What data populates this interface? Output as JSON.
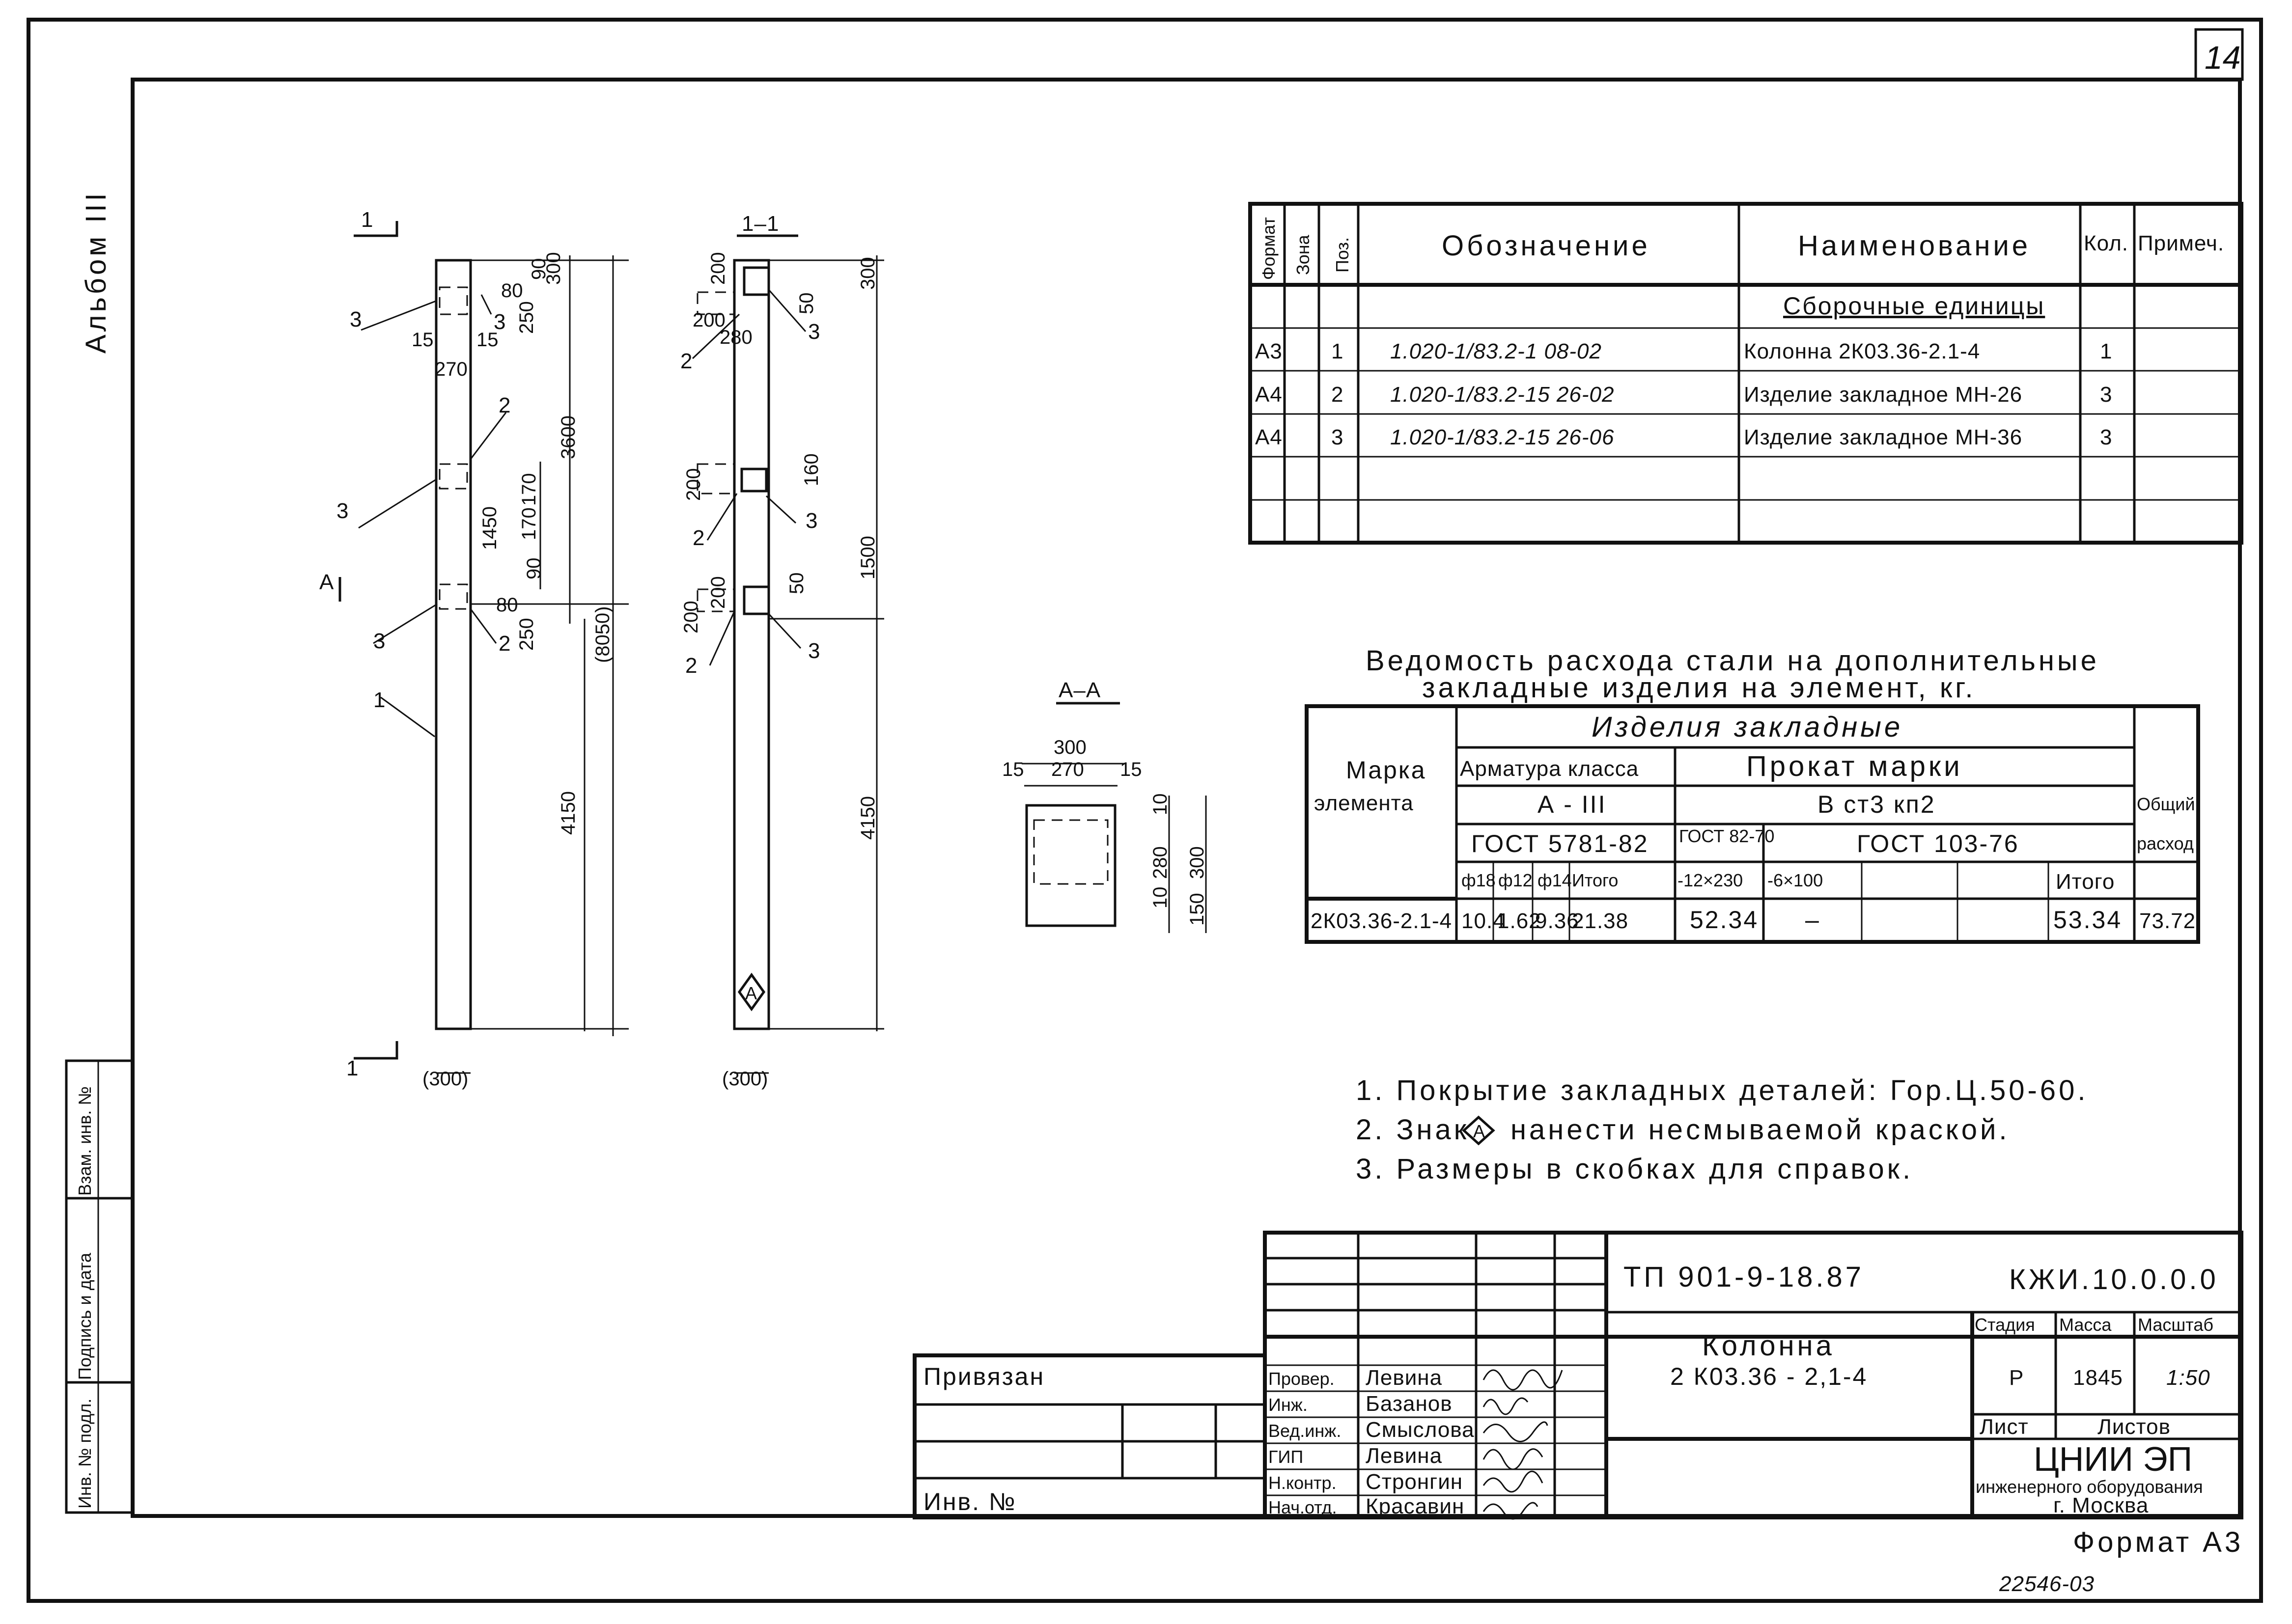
{
  "sheet": {
    "page_number": "14",
    "album": "Альбом III",
    "stamp_number": "22546-03",
    "format": "Формат А3"
  },
  "drawing": {
    "section_1": "1",
    "section_11": "1–1",
    "section_aa": "А–А",
    "arrow_a": "А",
    "pos": {
      "p1": "1",
      "p2": "2",
      "p3": "3"
    },
    "dims": {
      "d300": "300",
      "d90": "90",
      "d250": "250",
      "d80": "80",
      "d15": "15",
      "d270": "270",
      "d3600": "3600",
      "d170": "170",
      "d1450": "1450",
      "d8050": "(8050)",
      "d4150": "4150",
      "d300p": "(300)",
      "d200": "200",
      "d50": "50",
      "d10": "10",
      "d1500": "1500",
      "d160": "160",
      "d280": "280",
      "d150": "150"
    }
  },
  "spec": {
    "headers": {
      "format": "Формат",
      "zone": "Зона",
      "pos": "Поз.",
      "designation": "Обозначение",
      "name": "Наименование",
      "qty": "Кол.",
      "note": "Примеч."
    },
    "section_title": "Сборочные единицы",
    "rows": [
      {
        "format": "А3",
        "pos": "1",
        "designation": "1.020-1/83.2-1 08-02",
        "name": "Колонна 2К03.36-2.1-4",
        "qty": "1"
      },
      {
        "format": "А4",
        "pos": "2",
        "designation": "1.020-1/83.2-15 26-02",
        "name": "Изделие закладное МН-26",
        "qty": "3"
      },
      {
        "format": "А4",
        "pos": "3",
        "designation": "1.020-1/83.2-15 26-06",
        "name": "Изделие закладное МН-36",
        "qty": "3"
      }
    ]
  },
  "steel": {
    "title_1": "Ведомость расхода стали на дополнительные",
    "title_2": "закладные изделия на элемент, кг.",
    "h_mark_1": "Марка",
    "h_mark_2": "элемента",
    "h_items": "Изделия закладные",
    "h_rebar": "Арматура класса",
    "h_rebar_cls": "А - III",
    "h_rebar_gost": "ГОСТ 5781-82",
    "h_rolled": "Прокат марки",
    "h_rolled_grade": "В ст3 кп2",
    "h_gost82": "ГОСТ 82-70",
    "h_gost103": "ГОСТ 103-76",
    "h_total_1": "Общий",
    "h_total_2": "расход",
    "c_f18": "ф18",
    "c_f12": "ф12",
    "c_f14": "ф14",
    "c_itogo": "Итого",
    "c_12x230": "-12×230",
    "c_6x100": "-6×100",
    "c_itogo2": "Итого",
    "row": {
      "mark": "2К03.36-2.1-4",
      "f18": "10.4",
      "f12": "1.62",
      "f14": "9.36",
      "itogo": "21.38",
      "p12x230": "52.34",
      "p6x100": "–",
      "itogo2": "53.34",
      "total": "73.72"
    }
  },
  "notes": [
    "1. Покрытие закладных деталей: Гор.Ц.50-60.",
    "2. Знак",
    "нанести несмываемой краской.",
    "3. Размеры в скобках для справок."
  ],
  "notes_sign": "А",
  "title_block": {
    "project": "ТП 901-9-18.87",
    "code": "КЖИ.10.0.0.0",
    "name_1": "Колонна",
    "name_2": "2 К03.36 - 2,1-4",
    "stage_h": "Стадия",
    "mass_h": "Масса",
    "scale_h": "Масштаб",
    "stage": "Р",
    "mass": "1845",
    "scale": "1:50",
    "sheet_h": "Лист",
    "sheets_h": "Листов",
    "org_1": "ЦНИИ ЭП",
    "org_2": "инженерного оборудования",
    "org_3": "г. Москва",
    "privyazan": "Привязан",
    "inv": "Инв. №",
    "staff": [
      {
        "role": "Провер.",
        "name": "Левина"
      },
      {
        "role": "Инж.",
        "name": "Базанов"
      },
      {
        "role": "Вед.инж.",
        "name": "Смыслова"
      },
      {
        "role": "ГИП",
        "name": "Левина"
      },
      {
        "role": "Н.контр.",
        "name": "Стронгин"
      },
      {
        "role": "Нач.отд.",
        "name": "Красавин"
      }
    ]
  },
  "margin": {
    "inv_pod": "Инв. № подл.",
    "podpis": "Подпись и дата",
    "vzam": "Взам. инв. №"
  }
}
